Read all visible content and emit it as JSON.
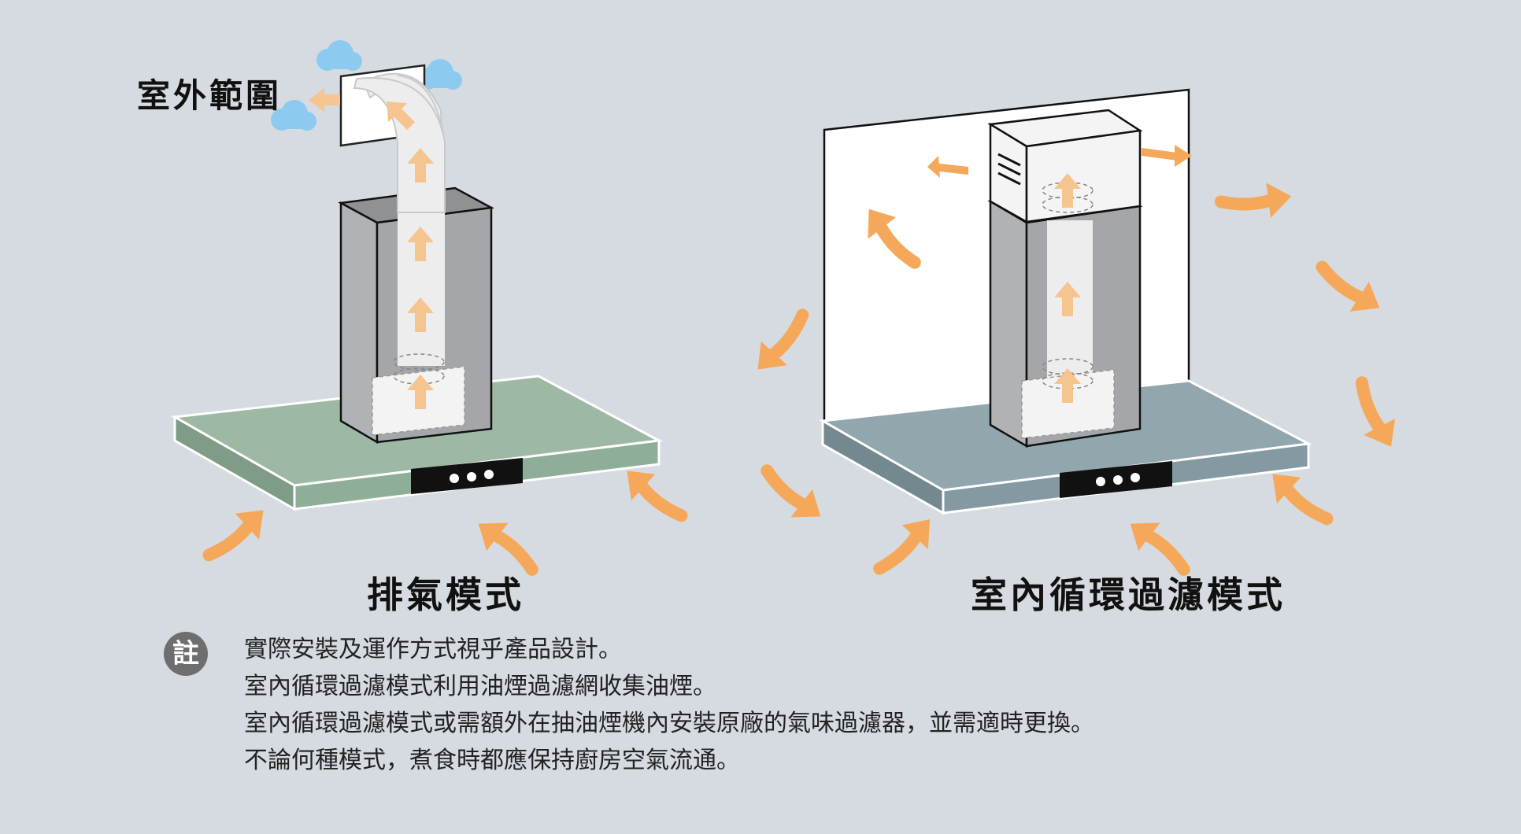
{
  "labels": {
    "outdoor": "室外範圍",
    "exhaust_mode": "排氣模式",
    "recirculation_mode": "室內循環過濾模式"
  },
  "note": {
    "badge": "註",
    "lines": [
      "實際安裝及運作方式視乎產品設計。",
      "室內循環過濾模式利用油煙過濾網收集油煙。",
      "室內循環過濾模式或需額外在抽油煙機內安裝原廠的氣味過濾器，並需適時更換。",
      "不論何種模式，煮食時都應保持廚房空氣流通。"
    ]
  },
  "colors": {
    "background": "#d6dbe1",
    "arrow": "#f5a85a",
    "arrow_light": "#f6c48f",
    "exhaust_hood": "#8fae97",
    "recirc_hood": "#8499a2",
    "chimney": "#a4a6a9",
    "cloud": "#8ccbef"
  },
  "icons": {
    "cloud": "cloud-icon",
    "airflow": "curved-arrow-icon",
    "duct_flow": "up-arrow-icon",
    "control_buttons": "button-dots-icon"
  }
}
